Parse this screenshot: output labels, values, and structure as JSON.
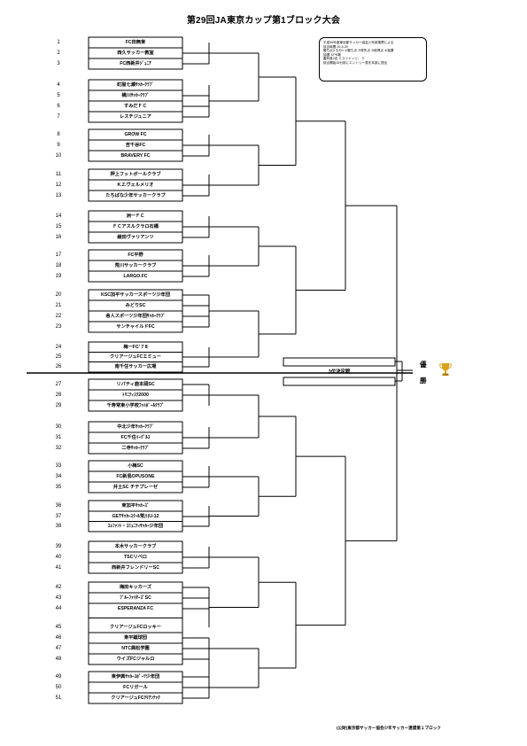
{
  "title": "第29回JA東京カップ第1ブロック大会",
  "notes": [
    "平成30年度東京都サッカー協会少年部推薦による",
    "試合時間 20-5-20",
    "勝ち点3 引分1 ①勝ち点 ②得失点 ③総得点 ④抽選",
    "抽選 ①PK戦",
    "審判各2名 ミスジャッジ、 ク",
    "試合開始15分前にエントリー表を本部に提出"
  ],
  "third_place_label": "3位決定戦",
  "champion_label": [
    "優",
    "勝"
  ],
  "footer": "(公財)東京都サッカー協会少年サッカー連盟第１ブロック",
  "teams": [
    {
      "no": "1",
      "name": "FC田無東"
    },
    {
      "no": "2",
      "name": "西久サッカー教室"
    },
    {
      "no": "3",
      "name": "FC西新井ｼﾞｭﾆｱ"
    },
    {
      "no": "4",
      "name": "町屋七瀬ｻｯｶｰｸﾗﾌﾞ"
    },
    {
      "no": "5",
      "name": "横川ｻｯｶｰｸﾗﾌﾞ"
    },
    {
      "no": "6",
      "name": "すみだＦＣ"
    },
    {
      "no": "7",
      "name": "レスチジュニア"
    },
    {
      "no": "8",
      "name": "GROW FC"
    },
    {
      "no": "9",
      "name": "吉千谷FC"
    },
    {
      "no": "10",
      "name": "BRAVERY FC"
    },
    {
      "no": "11",
      "name": "押上フットボールクラブ"
    },
    {
      "no": "12",
      "name": "K.Z.ヴェルメリオ"
    },
    {
      "no": "13",
      "name": "たちばな少年サッカークラブ"
    },
    {
      "no": "14",
      "name": "洲一ＦＣ"
    },
    {
      "no": "15",
      "name": "ＦＣアスルクラロ石橋"
    },
    {
      "no": "16",
      "name": "綾田ヴァリアンツ"
    },
    {
      "no": "17",
      "name": "FC平野"
    },
    {
      "no": "18",
      "name": "荒川サッカークラブ"
    },
    {
      "no": "19",
      "name": "LARGO.FC"
    },
    {
      "no": "20",
      "name": "KSC加平サッカースポーツ少年団"
    },
    {
      "no": "21",
      "name": "みどりSC"
    },
    {
      "no": "22",
      "name": "舎人スポーツ少年団ｻｯｶｰｸﾗﾌﾞ"
    },
    {
      "no": "23",
      "name": "サンチャイルドFC"
    },
    {
      "no": "24",
      "name": "梅一FC' 7 8"
    },
    {
      "no": "25",
      "name": "クリアージュFCエミュー"
    },
    {
      "no": "26",
      "name": "南千住サッカー広場"
    },
    {
      "no": "27",
      "name": "リバティ鹿本岡SC"
    },
    {
      "no": "28",
      "name": "ﾄﾘﾆﾃｨｽｸ2000"
    },
    {
      "no": "29",
      "name": "千寿常東小学校ﾌｯﾄﾎﾞｰﾙｸﾗﾌﾞ"
    },
    {
      "no": "30",
      "name": "中北少年ｻｯｶｰｸﾗﾌﾞ"
    },
    {
      "no": "31",
      "name": "FC千住ｲｰｸﾞﾙｽ"
    },
    {
      "no": "32",
      "name": "二寺ｻｯｶｰｸﾗﾌﾞ"
    },
    {
      "no": "33",
      "name": "小梅SC"
    },
    {
      "no": "34",
      "name": "FC新島OPUSONE"
    },
    {
      "no": "35",
      "name": "井土SC チテプレーゼ"
    },
    {
      "no": "36",
      "name": "東加平ｻｯｶｰｽﾞ"
    },
    {
      "no": "37",
      "name": "GETｻｯｶｰｽｸｰﾙ荒川U-12"
    },
    {
      "no": "38",
      "name": "ｴﾚﾌｧﾝﾄ・ｺﾐｭﾆﾃｨｻｯｶｰ少年団"
    },
    {
      "no": "39",
      "name": "本木サッカークラブ"
    },
    {
      "no": "40",
      "name": "TSCリベロ"
    },
    {
      "no": "41",
      "name": "西新井フレンドリーSC"
    },
    {
      "no": "42",
      "name": "梅田キッカーズ"
    },
    {
      "no": "43",
      "name": "ﾌﾞﾙｰﾌｧｲﾀｰｽﾞSC"
    },
    {
      "no": "44",
      "name": "ESPERANZA FC"
    },
    {
      "no": "45",
      "name": "クリアージュFCロッキー"
    },
    {
      "no": "46",
      "name": "東平蹴球団"
    },
    {
      "no": "47",
      "name": "NTC興松学園"
    },
    {
      "no": "48",
      "name": "ウイズFCジャルロ"
    },
    {
      "no": "49",
      "name": "東伊興ｻｯｶｰｽﾎﾟｰﾂ少年団"
    },
    {
      "no": "50",
      "name": "FCリガール"
    },
    {
      "no": "51",
      "name": "クリアージュFCｸﾘｱﾝﾃｯｸ"
    }
  ]
}
